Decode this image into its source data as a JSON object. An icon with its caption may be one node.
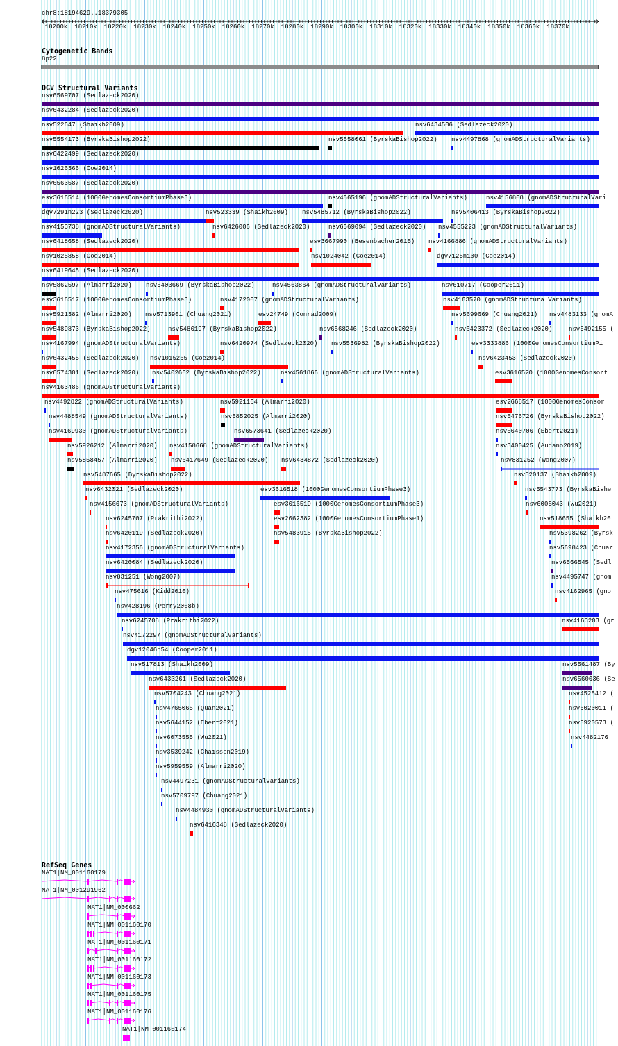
{
  "diagram": {
    "labels": [
      "chr8:18194629..18379305",
      "18200k",
      "18210k",
      "18220k",
      "18230k",
      "18240k",
      "18250k",
      "18260k",
      "18270k",
      "18280k",
      "18290k",
      "18300k",
      "18310k",
      "18320k",
      "18330k",
      "18340k",
      "18350k",
      "18360k",
      "18370k",
      "Cytogenetic Bands",
      "8p22",
      "DGV Structural Variants",
      "nsv6569707 (Sedlazeck2020)",
      "nsv6432284 (Sedlazeck2020)",
      "nsv522647 (Shaikh2009)",
      "nsv6434506 (Sedlazeck2020)",
      "nsv5554173 (ByrskaBishop2022)",
      "nsv5558061 (ByrskaBishop2022)",
      "nsv4497868 (gnomADStructuralVariants)",
      "nsv6422499 (Sedlazeck2020)",
      "nsv1026366 (Coe2014)",
      "nsv6563587 (Sedlazeck2020)",
      "esv3616514 (1000GenomesConsortiumPhase3)",
      "nsv4565196 (gnomADStructuralVariants)",
      "nsv4156808 (gnomADStructuralVari",
      "dgv7291n223 (Sedlazeck2020)",
      "nsv523339 (Shaikh2009)",
      "nsv5485712 (ByrskaBishop2022)",
      "nsv5406413 (ByrskaBishop2022)",
      "nsv4153738 (gnomADStructuralVariants)",
      "nsv6426006 (Sedlazeck2020)",
      "nsv6569094 (Sedlazeck2020)",
      "nsv4555223 (gnomADStructuralVariants)",
      "nsv6418658 (Sedlazeck2020)",
      "esv3667990 (Besenbacher2015)",
      "nsv4166886 (gnomADStructuralVariants)",
      "nsv1025858 (Coe2014)",
      "nsv1024042 (Coe2014)",
      "dgv7125n100 (Coe2014)",
      "nsv6419645 (Sedlazeck2020)",
      "nsv5862597 (Almarri2020)",
      "nsv5403669 (ByrskaBishop2022)",
      "nsv4563864 (gnomADStructuralVariants)",
      "nsv610717 (Cooper2011)",
      "esv3616517 (1000GenomesConsortiumPhase3)",
      "nsv4172007 (gnomADStructuralVariants)",
      "nsv4163570 (gnomADStructuralVariants)",
      "nsv5921382 (Almarri2020)",
      "nsv5713901 (Chuang2021)",
      "esv24749 (Conrad2009)",
      "nsv5699669 (Chuang2021)",
      "nsv4483133 (gnomA",
      "nsv5489873 (ByrskaBishop2022)",
      "nsv5486197 (ByrskaBishop2022)",
      "nsv6568246 (Sedlazeck2020)",
      "nsv6423372 (Sedlazeck2020)",
      "nsv5492155 (",
      "nsv4167994 (gnomADStructuralVariants)",
      "nsv6420974 (Sedlazeck2020)",
      "nsv5536982 (ByrskaBishop2022)",
      "esv3333886 (1000GenomesConsortiumPi",
      "nsv6432455 (Sedlazeck2020)",
      "nsv1015265 (Coe2014)",
      "nsv6423453 (Sedlazeck2020)",
      "nsv6574301 (Sedlazeck2020)",
      "nsv5402662 (ByrskaBishop2022)",
      "nsv4561866 (gnomADStructuralVariants)",
      "esv3616520 (1000GenomesConsort",
      "nsv4163486 (gnomADStructuralVariants)",
      "nsv4492822 (gnomADStructuralVariants)",
      "nsv5921164 (Almarri2020)",
      "esv2668517 (1000GenomesConsor",
      "nsv4488549 (gnomADStructuralVariants)",
      "nsv5852025 (Almarri2020)",
      "nsv5476726 (ByrskaBishop2022)",
      "nsv4169930 (gnomADStructuralVariants)",
      "nsv6573641 (Sedlazeck2020)",
      "nsv5640706 (Ebert2021)",
      "nsv5926212 (Almarri2020)",
      "nsv4158668 (gnomADStructuralVariants)",
      "nsv3400425 (Audano2019)",
      "nsv5858457 (Almarri2020)",
      "nsv6417649 (Sedlazeck2020)",
      "nsv6434872 (Sedlazeck2020)",
      "nsv831252 (Wong2007)",
      "nsv5487665 (ByrskaBishop2022)",
      "nsv520137 (Shaikh2009)",
      "nsv6432021 (Sedlazeck2020)",
      "esv3616518 (1000GenomesConsortiumPhase3)",
      "nsv5543773 (ByrskaBishe",
      "nsv4156673 (gnomADStructuralVariants)",
      "esv3616519 (1000GenomesConsortiumPhase3)",
      "nsv6005043 (Wu2021)",
      "nsv6245707 (Prakrithi2022)",
      "esv2662382 (1000GenomesConsortiumPhase1)",
      "nsv518655 (Shaikh20",
      "nsv6420119 (Sedlazeck2020)",
      "nsv5483915 (ByrskaBishop2022)",
      "nsv5398262 (Byrsk",
      "nsv4172356 (gnomADStructuralVariants)",
      "nsv5698423 (Chuar",
      "nsv6420084 (Sedlazeck2020)",
      "nsv6566545 (Sedl",
      "nsv831251 (Wong2007)",
      "nsv4495747 (gnom",
      "nsv475616 (Kidd2010)",
      "nsv4162965 (gno",
      "nsv428196 (Perry2008b)",
      "nsv6245708 (Prakrithi2022)",
      "nsv4163203 (gr",
      "nsv4172297 (gnomADStructuralVariants)",
      "dgv12046n54 (Cooper2011)",
      "nsv517813 (Shaikh2009)",
      "nsv5561487 (By",
      "nsv6433261 (Sedlazeck2020)",
      "nsv6560636 (Se",
      "nsv5704243 (Chuang2021)",
      "nsv4525412 (",
      "nsv4765065 (Quan2021)",
      "nsv6020011 (",
      "nsv5644152 (Ebert2021)",
      "nsv5920573 (",
      "nsv6073555 (Wu2021)",
      "nsv4482176",
      "nsv3539242 (Chaisson2019)",
      "nsv5959559 (Almarri2020)",
      "nsv4497231 (gnomADStructuralVariants)",
      "nsv5709797 (Chuang2021)",
      "nsv4484930 (gnomADStructuralVariants)",
      "nsv6416348 (Sedlazeck2020)",
      "RefSeq Genes",
      "NAT1|NM_001160179",
      "NAT1|NM_001291962",
      "NAT1|NM_000662",
      "NAT1|NM_001160170",
      "NAT1|NM_001160171",
      "NAT1|NM_001160172",
      "NAT1|NM_001160173",
      "NAT1|NM_001160175",
      "NAT1|NM_001160176",
      "NAT1|NM_001160174"
    ]
  }
}
